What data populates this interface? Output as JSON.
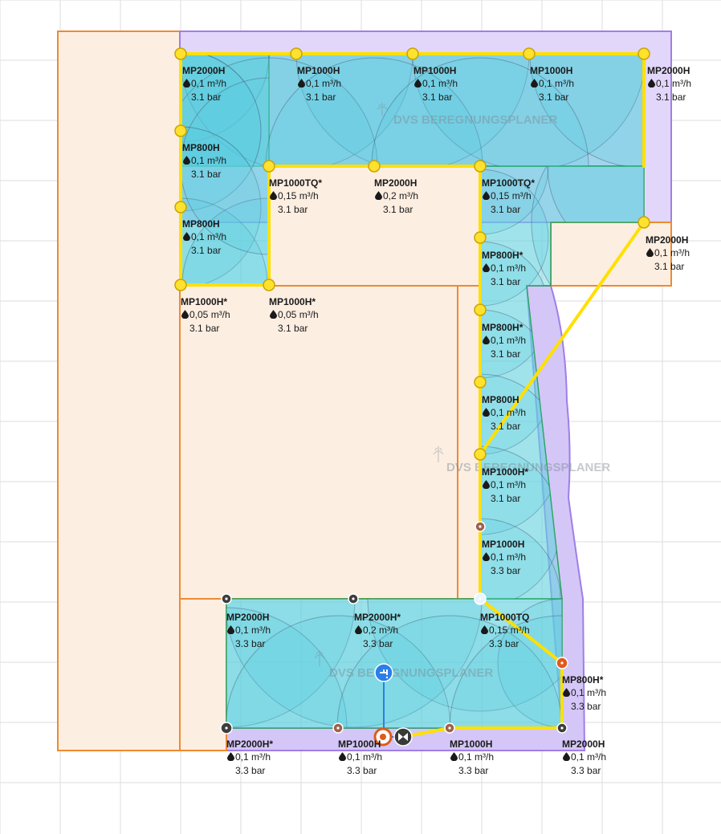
{
  "watermark": "DVS BEREGNUNGSPLANER",
  "colors": {
    "grid": "#dcdcdc",
    "area_fill": "#fdeee2",
    "area_stroke": "#ee8a32",
    "purple_fill": "#e2d6fa",
    "purple_stroke": "#a07ee6",
    "zone_fill": "#6ed6df",
    "zone_stroke": "#27a35a",
    "spray_fill": "#57cce0",
    "spray_stroke": "#4a5a78",
    "pipe": "#ffe000",
    "node_fill": "#ffe12e",
    "node_stroke": "#c9a400",
    "dark_node": "#3d3d3d",
    "brown_node": "#a0614a",
    "red_node": "#e05a1a",
    "source": "#2a7ee8",
    "valve": "#3a3a3a"
  },
  "icons": {
    "flow": "water-drop-icon",
    "source": "water-tap-icon",
    "valve": "valve-icon",
    "watermark": "sprinkler-logo-icon"
  },
  "nozzles": [
    {
      "name": "MP2000H",
      "flow": "0,1 m³/h",
      "pressure": "3.1 bar"
    },
    {
      "name": "MP1000H",
      "flow": "0,1 m³/h",
      "pressure": "3.1 bar"
    },
    {
      "name": "MP1000H",
      "flow": "0,1 m³/h",
      "pressure": "3.1 bar"
    },
    {
      "name": "MP1000H",
      "flow": "0,1 m³/h",
      "pressure": "3.1 bar"
    },
    {
      "name": "MP2000H",
      "flow": "0,1 m³/h",
      "pressure": "3.1 bar"
    },
    {
      "name": "MP800H",
      "flow": "0,1 m³/h",
      "pressure": "3.1 bar"
    },
    {
      "name": "MP1000TQ*",
      "flow": "0,15 m³/h",
      "pressure": "3.1 bar"
    },
    {
      "name": "MP2000H",
      "flow": "0,2 m³/h",
      "pressure": "3.1 bar"
    },
    {
      "name": "MP1000TQ*",
      "flow": "0,15 m³/h",
      "pressure": "3.1 bar"
    },
    {
      "name": "MP800H",
      "flow": "0,1 m³/h",
      "pressure": "3.1 bar"
    },
    {
      "name": "MP2000H",
      "flow": "0,1 m³/h",
      "pressure": "3.1 bar"
    },
    {
      "name": "MP800H*",
      "flow": "0,1 m³/h",
      "pressure": "3.1 bar"
    },
    {
      "name": "MP1000H*",
      "flow": "0,05 m³/h",
      "pressure": "3.1 bar"
    },
    {
      "name": "MP1000H*",
      "flow": "0,05 m³/h",
      "pressure": "3.1 bar"
    },
    {
      "name": "MP800H*",
      "flow": "0,1 m³/h",
      "pressure": "3.1 bar"
    },
    {
      "name": "MP800H",
      "flow": "0,1 m³/h",
      "pressure": "3.1 bar"
    },
    {
      "name": "MP1000H*",
      "flow": "0,1 m³/h",
      "pressure": "3.1 bar"
    },
    {
      "name": "MP1000H",
      "flow": "0,1 m³/h",
      "pressure": "3.3 bar"
    },
    {
      "name": "MP2000H",
      "flow": "0,1 m³/h",
      "pressure": "3.3 bar"
    },
    {
      "name": "MP2000H*",
      "flow": "0,2 m³/h",
      "pressure": "3.3 bar"
    },
    {
      "name": "MP1000TQ",
      "flow": "0,15 m³/h",
      "pressure": "3.3 bar"
    },
    {
      "name": "MP800H*",
      "flow": "0,1 m³/h",
      "pressure": "3.3 bar"
    },
    {
      "name": "MP2000H*",
      "flow": "0,1 m³/h",
      "pressure": "3.3 bar"
    },
    {
      "name": "MP1000H",
      "flow": "0,1 m³/h",
      "pressure": "3.3 bar"
    },
    {
      "name": "MP1000H",
      "flow": "0,1 m³/h",
      "pressure": "3.3 bar"
    },
    {
      "name": "MP2000H",
      "flow": "0,1 m³/h",
      "pressure": "3.3 bar"
    }
  ]
}
